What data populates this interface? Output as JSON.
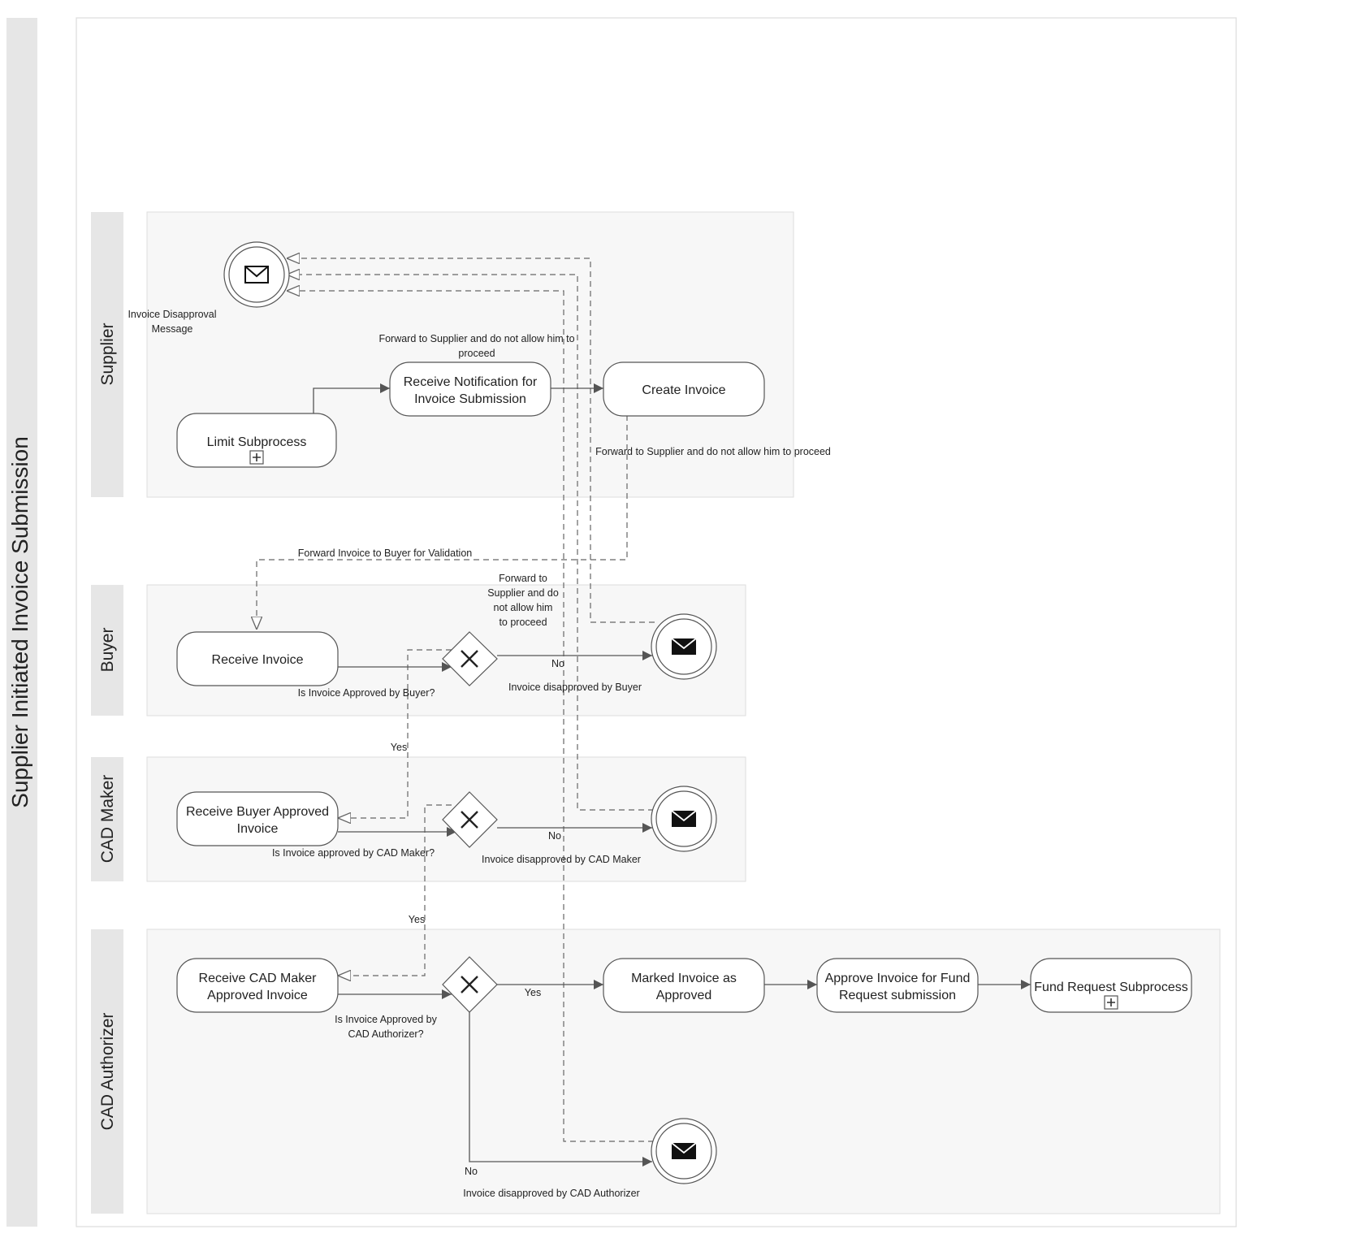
{
  "pool": {
    "title": "Supplier Initiated Invoice Submission"
  },
  "lanes": {
    "supplier": "Supplier",
    "buyer": "Buyer",
    "cad_maker": "CAD Maker",
    "cad_authorizer": "CAD Authorizer"
  },
  "tasks": {
    "limit_subprocess": "Limit Subprocess",
    "receive_notification_1": "Receive Notification for",
    "receive_notification_2": "Invoice Submission",
    "create_invoice": "Create Invoice",
    "receive_invoice": "Receive Invoice",
    "receive_buyer_approved_1": "Receive Buyer Approved",
    "receive_buyer_approved_2": "Invoice",
    "receive_cad_maker_1": "Receive CAD Maker",
    "receive_cad_maker_2": "Approved Invoice",
    "marked_invoice_1": "Marked Invoice as",
    "marked_invoice_2": "Approved",
    "approve_invoice_1": "Approve Invoice for Fund",
    "approve_invoice_2": "Request submission",
    "fund_request_subprocess": "Fund Request Subprocess"
  },
  "events": {
    "disapproval_message_1": "Invoice Disapproval",
    "disapproval_message_2": "Message",
    "disapproved_buyer": "Invoice disapproved by Buyer",
    "disapproved_cad_maker": "Invoice disapproved by CAD Maker",
    "disapproved_cad_authorizer": "Invoice disapproved by CAD Authorizer"
  },
  "gateways": {
    "buyer_q": "Is Invoice Approved by Buyer?",
    "cad_maker_q": "Is Invoice approved by CAD Maker?",
    "cad_authorizer_q_1": "Is Invoice Approved by",
    "cad_authorizer_q_2": "CAD Authorizer?"
  },
  "flow_labels": {
    "forward_top_1": "Forward to Supplier and do not allow him to",
    "forward_top_2": "proceed",
    "forward_right": "Forward to Supplier and do not allow him to proceed",
    "forward_buyer_validation": "Forward Invoice to Buyer for Validation",
    "forward_mid_1": "Forward to",
    "forward_mid_2": "Supplier and do",
    "forward_mid_3": "not allow him",
    "forward_mid_4": "to proceed",
    "no_buyer": "No",
    "yes_buyer": "Yes",
    "no_cad_maker": "No",
    "yes_cad_maker": "Yes",
    "yes_cad_authorizer": "Yes",
    "no_cad_authorizer": "No"
  },
  "icons": {
    "envelope": "envelope-icon",
    "gateway": "exclusive-gateway-x-icon",
    "subprocess": "plus-square-icon"
  },
  "colors": {
    "band": "#e6e6e6",
    "lane_bg": "#f7f7f7",
    "stroke": "#555555"
  }
}
